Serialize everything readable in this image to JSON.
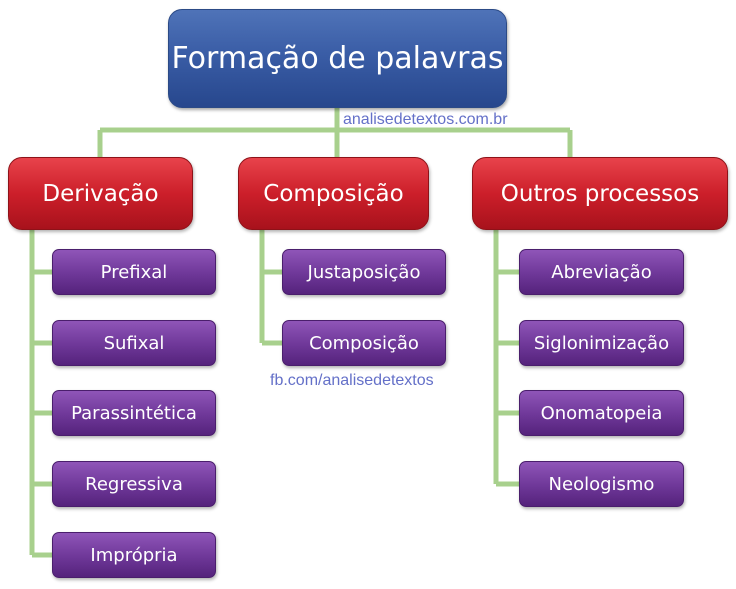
{
  "root": {
    "label": "Formação de palavras"
  },
  "watermarks": {
    "site": "analisedetextos.com.br",
    "facebook": "fb.com/analisedetextos"
  },
  "categories": [
    {
      "label": "Derivação",
      "items": [
        "Prefixal",
        "Sufixal",
        "Parassintética",
        "Regressiva",
        "Imprópria"
      ]
    },
    {
      "label": "Composição",
      "items": [
        "Justaposição",
        "Composição"
      ]
    },
    {
      "label": "Outros processos",
      "items": [
        "Abreviação",
        "Siglonimização",
        "Onomatopeia",
        "Neologismo"
      ]
    }
  ],
  "colors": {
    "root": "#3a5da6",
    "category": "#cc1f2a",
    "leaf": "#6e3798",
    "connector": "#a8d08d",
    "watermark": "#6470c8"
  }
}
